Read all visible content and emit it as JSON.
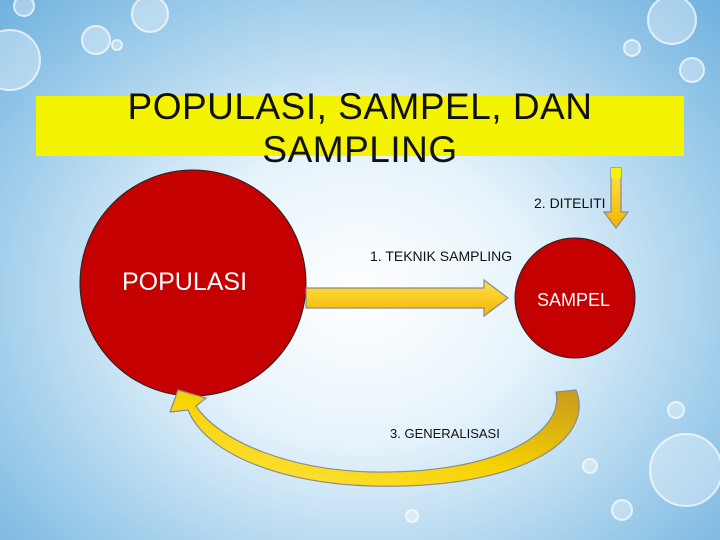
{
  "title": "POPULASI, SAMPEL, DAN SAMPLING",
  "nodes": {
    "populasi": "POPULASI",
    "sampel": "SAMPEL"
  },
  "edges": {
    "teknik_sampling": "1. TEKNIK SAMPLING",
    "diteliti": "2. DITELITI",
    "generalisasi": "3.  GENERALISASI"
  },
  "colors": {
    "node_fill": "#c40000",
    "title_bg": "#f4f400",
    "arrow_fill": "#ffd000",
    "arrow_stroke": "#8a8a8a"
  }
}
